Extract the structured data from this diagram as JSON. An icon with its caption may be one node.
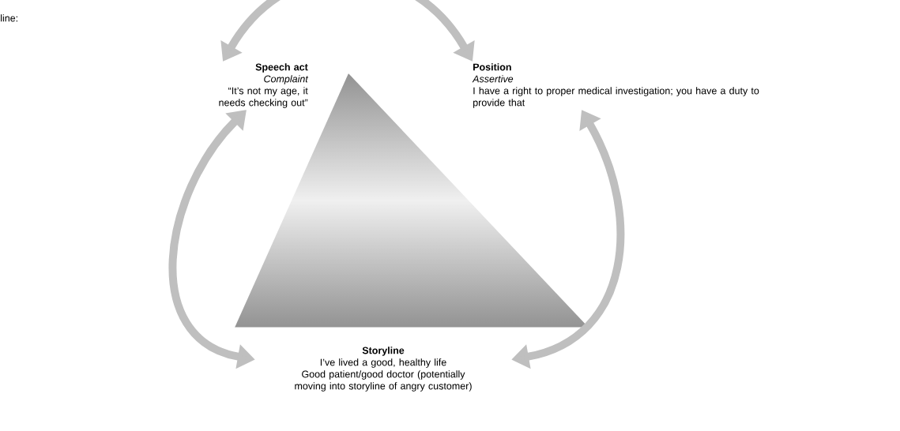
{
  "diagram": {
    "nodes": [
      {
        "text": [
          "Speech act",
          "Complaint",
          "“It’s not my age, it needs checking out”"
        ]
      },
      {
        "text": [
          "Position",
          "Assertive",
          "I have a right to proper medical investigation; you have a duty to provide that"
        ]
      },
      {
        "text": [
          "Storyline",
          "I’ve lived a good, healthy life",
          "Good patient/good doctor (potentially moving into storyline of angry customer)"
        ]
      }
    ],
    "edges": [
      {
        "from": 0,
        "to": 1,
        "arrow": "both"
      },
      {
        "from": 0,
        "to": 2,
        "arrow": "both"
      },
      {
        "from": 1,
        "to": 2,
        "arrow": "both"
      }
    ],
    "labels": [
      "line:"
    ]
  }
}
